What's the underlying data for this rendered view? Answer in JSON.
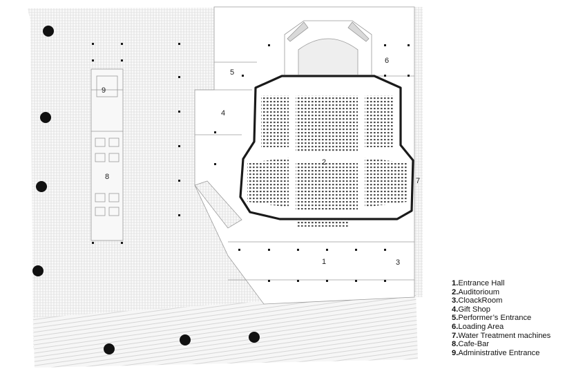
{
  "labels": [
    "1",
    "2",
    "3",
    "4",
    "5",
    "6",
    "7",
    "8",
    "9"
  ],
  "legend": [
    {
      "num": "1.",
      "text": "Entrance Hall"
    },
    {
      "num": "2.",
      "text": "Auditorioum"
    },
    {
      "num": "3.",
      "text": "CloackRoom"
    },
    {
      "num": "4.",
      "text": "Gift Shop"
    },
    {
      "num": "5.",
      "text": "Performer’s Entrance"
    },
    {
      "num": "6.",
      "text": "Loading Area"
    },
    {
      "num": "7.",
      "text": "Water Treatment machines"
    },
    {
      "num": "8.",
      "text": "Cafe-Bar"
    },
    {
      "num": "9.",
      "text": "Administrative Entrance"
    }
  ],
  "colors": {
    "line": "#9a9a9a",
    "hatch": "#cfcfcf",
    "wall": "#1a1a1a",
    "seat": "#555555",
    "tree": "#111111"
  }
}
